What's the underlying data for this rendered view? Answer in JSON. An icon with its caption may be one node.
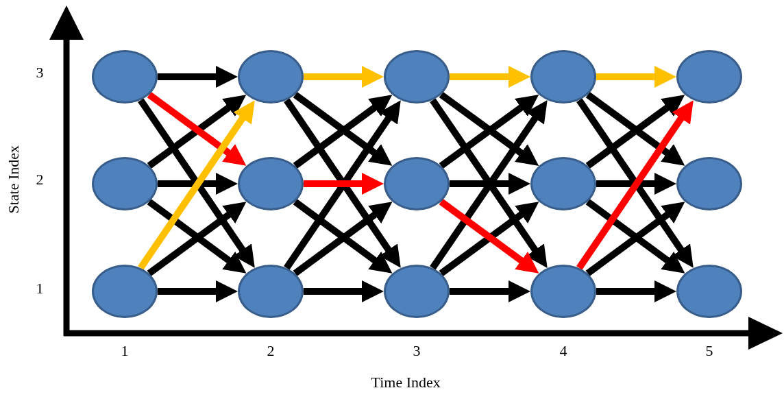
{
  "diagram": {
    "nodes": [
      {
        "text": [],
        "shape": "circle"
      },
      {
        "text": [],
        "shape": "circle"
      },
      {
        "text": [],
        "shape": "circle"
      },
      {
        "text": [],
        "shape": "circle"
      },
      {
        "text": [],
        "shape": "circle"
      },
      {
        "text": [],
        "shape": "circle"
      },
      {
        "text": [],
        "shape": "circle"
      },
      {
        "text": [],
        "shape": "circle"
      },
      {
        "text": [],
        "shape": "circle"
      },
      {
        "text": [],
        "shape": "circle"
      },
      {
        "text": [],
        "shape": "circle"
      },
      {
        "text": [],
        "shape": "circle"
      },
      {
        "text": [],
        "shape": "circle"
      },
      {
        "text": [],
        "shape": "circle"
      },
      {
        "text": [],
        "shape": "circle"
      }
    ],
    "edges": [
      {
        "from": 0,
        "to": 1,
        "arrow": "to"
      },
      {
        "from": 0,
        "to": 6,
        "arrow": "to",
        "color": "#ff0000"
      },
      {
        "from": 0,
        "to": 11,
        "arrow": "to"
      },
      {
        "from": 5,
        "to": 1,
        "arrow": "to"
      },
      {
        "from": 5,
        "to": 6,
        "arrow": "to"
      },
      {
        "from": 5,
        "to": 11,
        "arrow": "to"
      },
      {
        "from": 10,
        "to": 1,
        "arrow": "to",
        "color": "#ffc000"
      },
      {
        "from": 10,
        "to": 6,
        "arrow": "to"
      },
      {
        "from": 10,
        "to": 11,
        "arrow": "to"
      },
      {
        "from": 1,
        "to": 2,
        "arrow": "to",
        "color": "#ffc000"
      },
      {
        "from": 1,
        "to": 7,
        "arrow": "to"
      },
      {
        "from": 1,
        "to": 12,
        "arrow": "to"
      },
      {
        "from": 6,
        "to": 2,
        "arrow": "to"
      },
      {
        "from": 6,
        "to": 7,
        "arrow": "to",
        "color": "#ff0000"
      },
      {
        "from": 6,
        "to": 12,
        "arrow": "to"
      },
      {
        "from": 11,
        "to": 2,
        "arrow": "to"
      },
      {
        "from": 11,
        "to": 7,
        "arrow": "to"
      },
      {
        "from": 11,
        "to": 12,
        "arrow": "to"
      },
      {
        "from": 2,
        "to": 3,
        "arrow": "to",
        "color": "#ffc000"
      },
      {
        "from": 2,
        "to": 8,
        "arrow": "to"
      },
      {
        "from": 2,
        "to": 13,
        "arrow": "to"
      },
      {
        "from": 7,
        "to": 3,
        "arrow": "to"
      },
      {
        "from": 7,
        "to": 8,
        "arrow": "to"
      },
      {
        "from": 7,
        "to": 13,
        "arrow": "to",
        "color": "#ff0000"
      },
      {
        "from": 12,
        "to": 3,
        "arrow": "to"
      },
      {
        "from": 12,
        "to": 8,
        "arrow": "to"
      },
      {
        "from": 12,
        "to": 13,
        "arrow": "to"
      },
      {
        "from": 3,
        "to": 4,
        "arrow": "to",
        "color": "#ffc000"
      },
      {
        "from": 3,
        "to": 9,
        "arrow": "to"
      },
      {
        "from": 3,
        "to": 14,
        "arrow": "to"
      },
      {
        "from": 8,
        "to": 4,
        "arrow": "to"
      },
      {
        "from": 8,
        "to": 9,
        "arrow": "to"
      },
      {
        "from": 8,
        "to": 14,
        "arrow": "to"
      },
      {
        "from": 13,
        "to": 4,
        "arrow": "to",
        "color": "#ff0000"
      },
      {
        "from": 13,
        "to": 9,
        "arrow": "to"
      },
      {
        "from": 13,
        "to": 14,
        "arrow": "to"
      }
    ],
    "labels": [
      "3",
      "2",
      "1",
      "State Index",
      "1",
      "2",
      "3",
      "4",
      "5",
      "Time Index"
    ]
  }
}
